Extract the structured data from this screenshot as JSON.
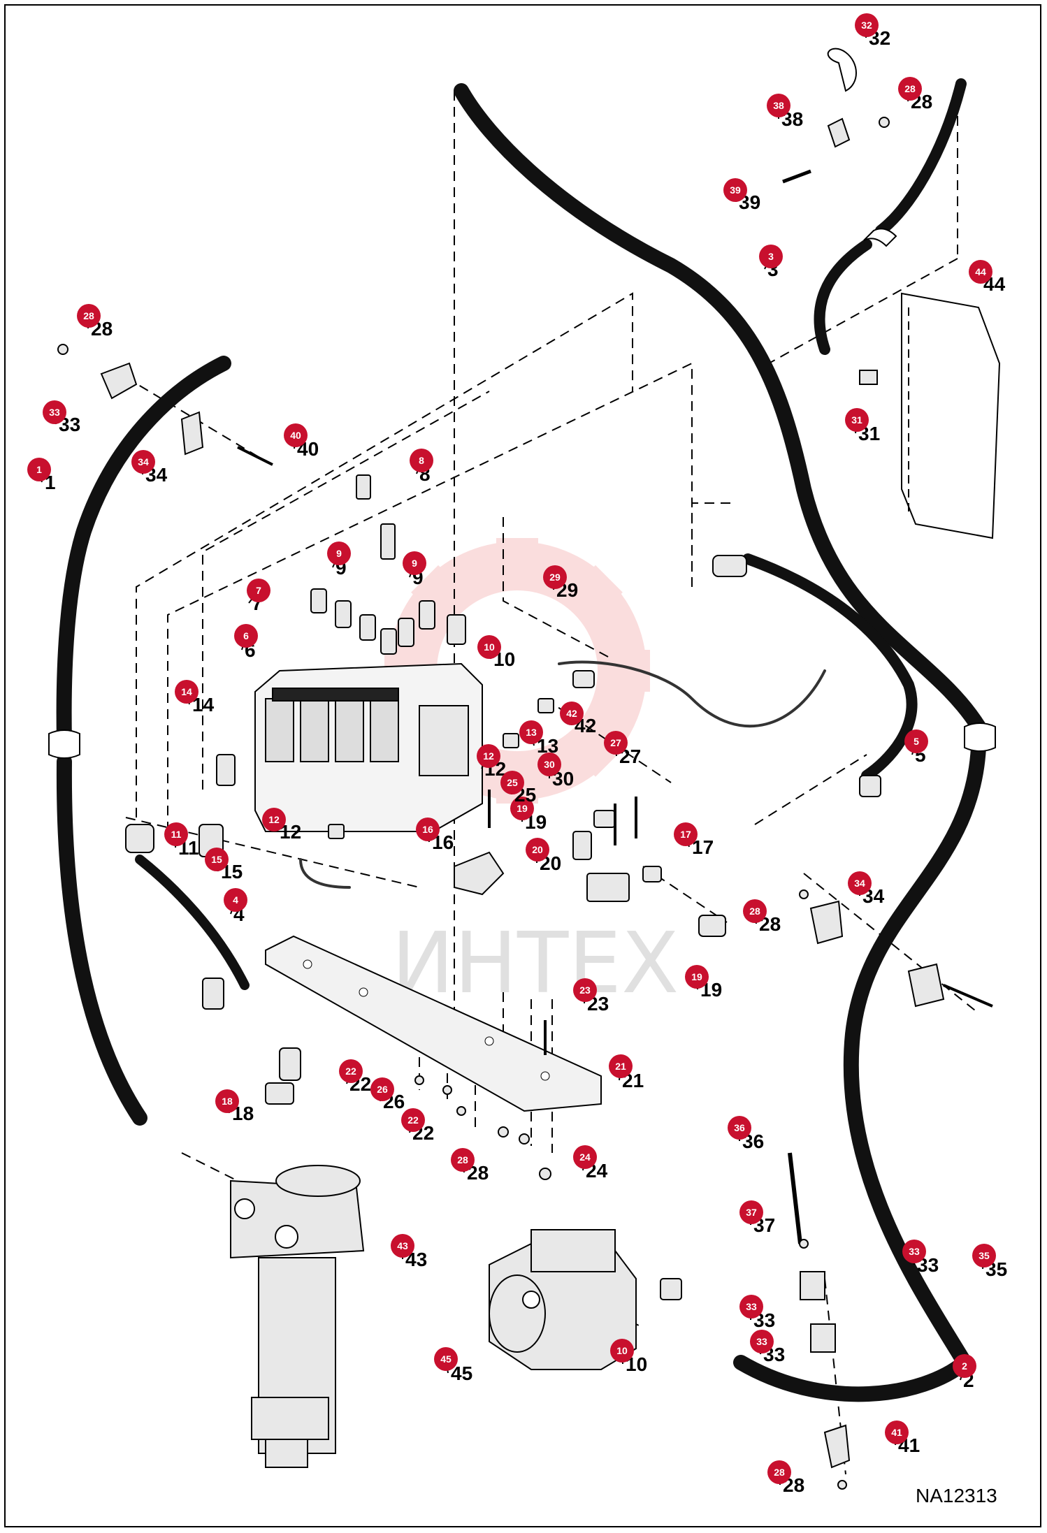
{
  "drawing_code": "NA12313",
  "watermark_text": "ИНТЕХ",
  "colors": {
    "callout": "#c8102e",
    "hose": "#111111",
    "watermark_gear": "#f6b6b6"
  },
  "callouts": [
    {
      "id": "c1",
      "label": "1"
    },
    {
      "id": "c2",
      "label": "2"
    },
    {
      "id": "c3",
      "label": "3"
    },
    {
      "id": "c4",
      "label": "4"
    },
    {
      "id": "c5",
      "label": "5"
    },
    {
      "id": "c6",
      "label": "6"
    },
    {
      "id": "c7",
      "label": "7"
    },
    {
      "id": "c8",
      "label": "8"
    },
    {
      "id": "c9a",
      "label": "9"
    },
    {
      "id": "c9b",
      "label": "9"
    },
    {
      "id": "c10a",
      "label": "10"
    },
    {
      "id": "c10b",
      "label": "10"
    },
    {
      "id": "c11",
      "label": "11"
    },
    {
      "id": "c12a",
      "label": "12"
    },
    {
      "id": "c12b",
      "label": "12"
    },
    {
      "id": "c13",
      "label": "13"
    },
    {
      "id": "c14",
      "label": "14"
    },
    {
      "id": "c15",
      "label": "15"
    },
    {
      "id": "c16",
      "label": "16"
    },
    {
      "id": "c17",
      "label": "17"
    },
    {
      "id": "c18",
      "label": "18"
    },
    {
      "id": "c19a",
      "label": "19"
    },
    {
      "id": "c19b",
      "label": "19"
    },
    {
      "id": "c20",
      "label": "20"
    },
    {
      "id": "c21",
      "label": "21"
    },
    {
      "id": "c22a",
      "label": "22"
    },
    {
      "id": "c22b",
      "label": "22"
    },
    {
      "id": "c23",
      "label": "23"
    },
    {
      "id": "c24",
      "label": "24"
    },
    {
      "id": "c25",
      "label": "25"
    },
    {
      "id": "c26",
      "label": "26"
    },
    {
      "id": "c27",
      "label": "27"
    },
    {
      "id": "c28a",
      "label": "28"
    },
    {
      "id": "c28b",
      "label": "28"
    },
    {
      "id": "c28c",
      "label": "28"
    },
    {
      "id": "c28d",
      "label": "28"
    },
    {
      "id": "c28e",
      "label": "28"
    },
    {
      "id": "c29",
      "label": "29"
    },
    {
      "id": "c30",
      "label": "30"
    },
    {
      "id": "c31",
      "label": "31"
    },
    {
      "id": "c32",
      "label": "32"
    },
    {
      "id": "c33a",
      "label": "33"
    },
    {
      "id": "c33b",
      "label": "33"
    },
    {
      "id": "c33c",
      "label": "33"
    },
    {
      "id": "c33d",
      "label": "33"
    },
    {
      "id": "c34a",
      "label": "34"
    },
    {
      "id": "c34b",
      "label": "34"
    },
    {
      "id": "c35",
      "label": "35"
    },
    {
      "id": "c36",
      "label": "36"
    },
    {
      "id": "c37",
      "label": "37"
    },
    {
      "id": "c38",
      "label": "38"
    },
    {
      "id": "c39",
      "label": "39"
    },
    {
      "id": "c40",
      "label": "40"
    },
    {
      "id": "c41",
      "label": "41"
    },
    {
      "id": "c42",
      "label": "42"
    },
    {
      "id": "c43",
      "label": "43"
    },
    {
      "id": "c44",
      "label": "44"
    },
    {
      "id": "c45",
      "label": "45"
    }
  ]
}
